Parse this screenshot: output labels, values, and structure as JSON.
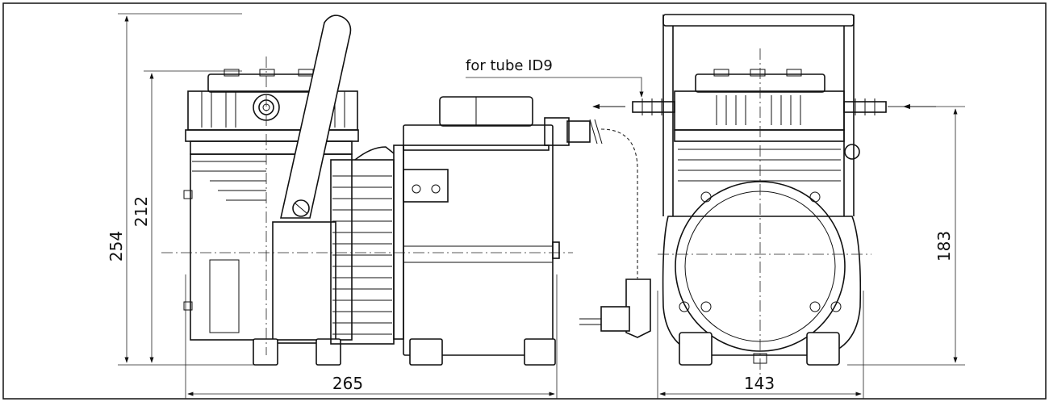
{
  "dimensions": {
    "height_total": "254",
    "height_body": "212",
    "width_side": "265",
    "width_front": "143",
    "height_outlet": "183"
  },
  "annotation": {
    "tube_label": "for tube ID9"
  }
}
